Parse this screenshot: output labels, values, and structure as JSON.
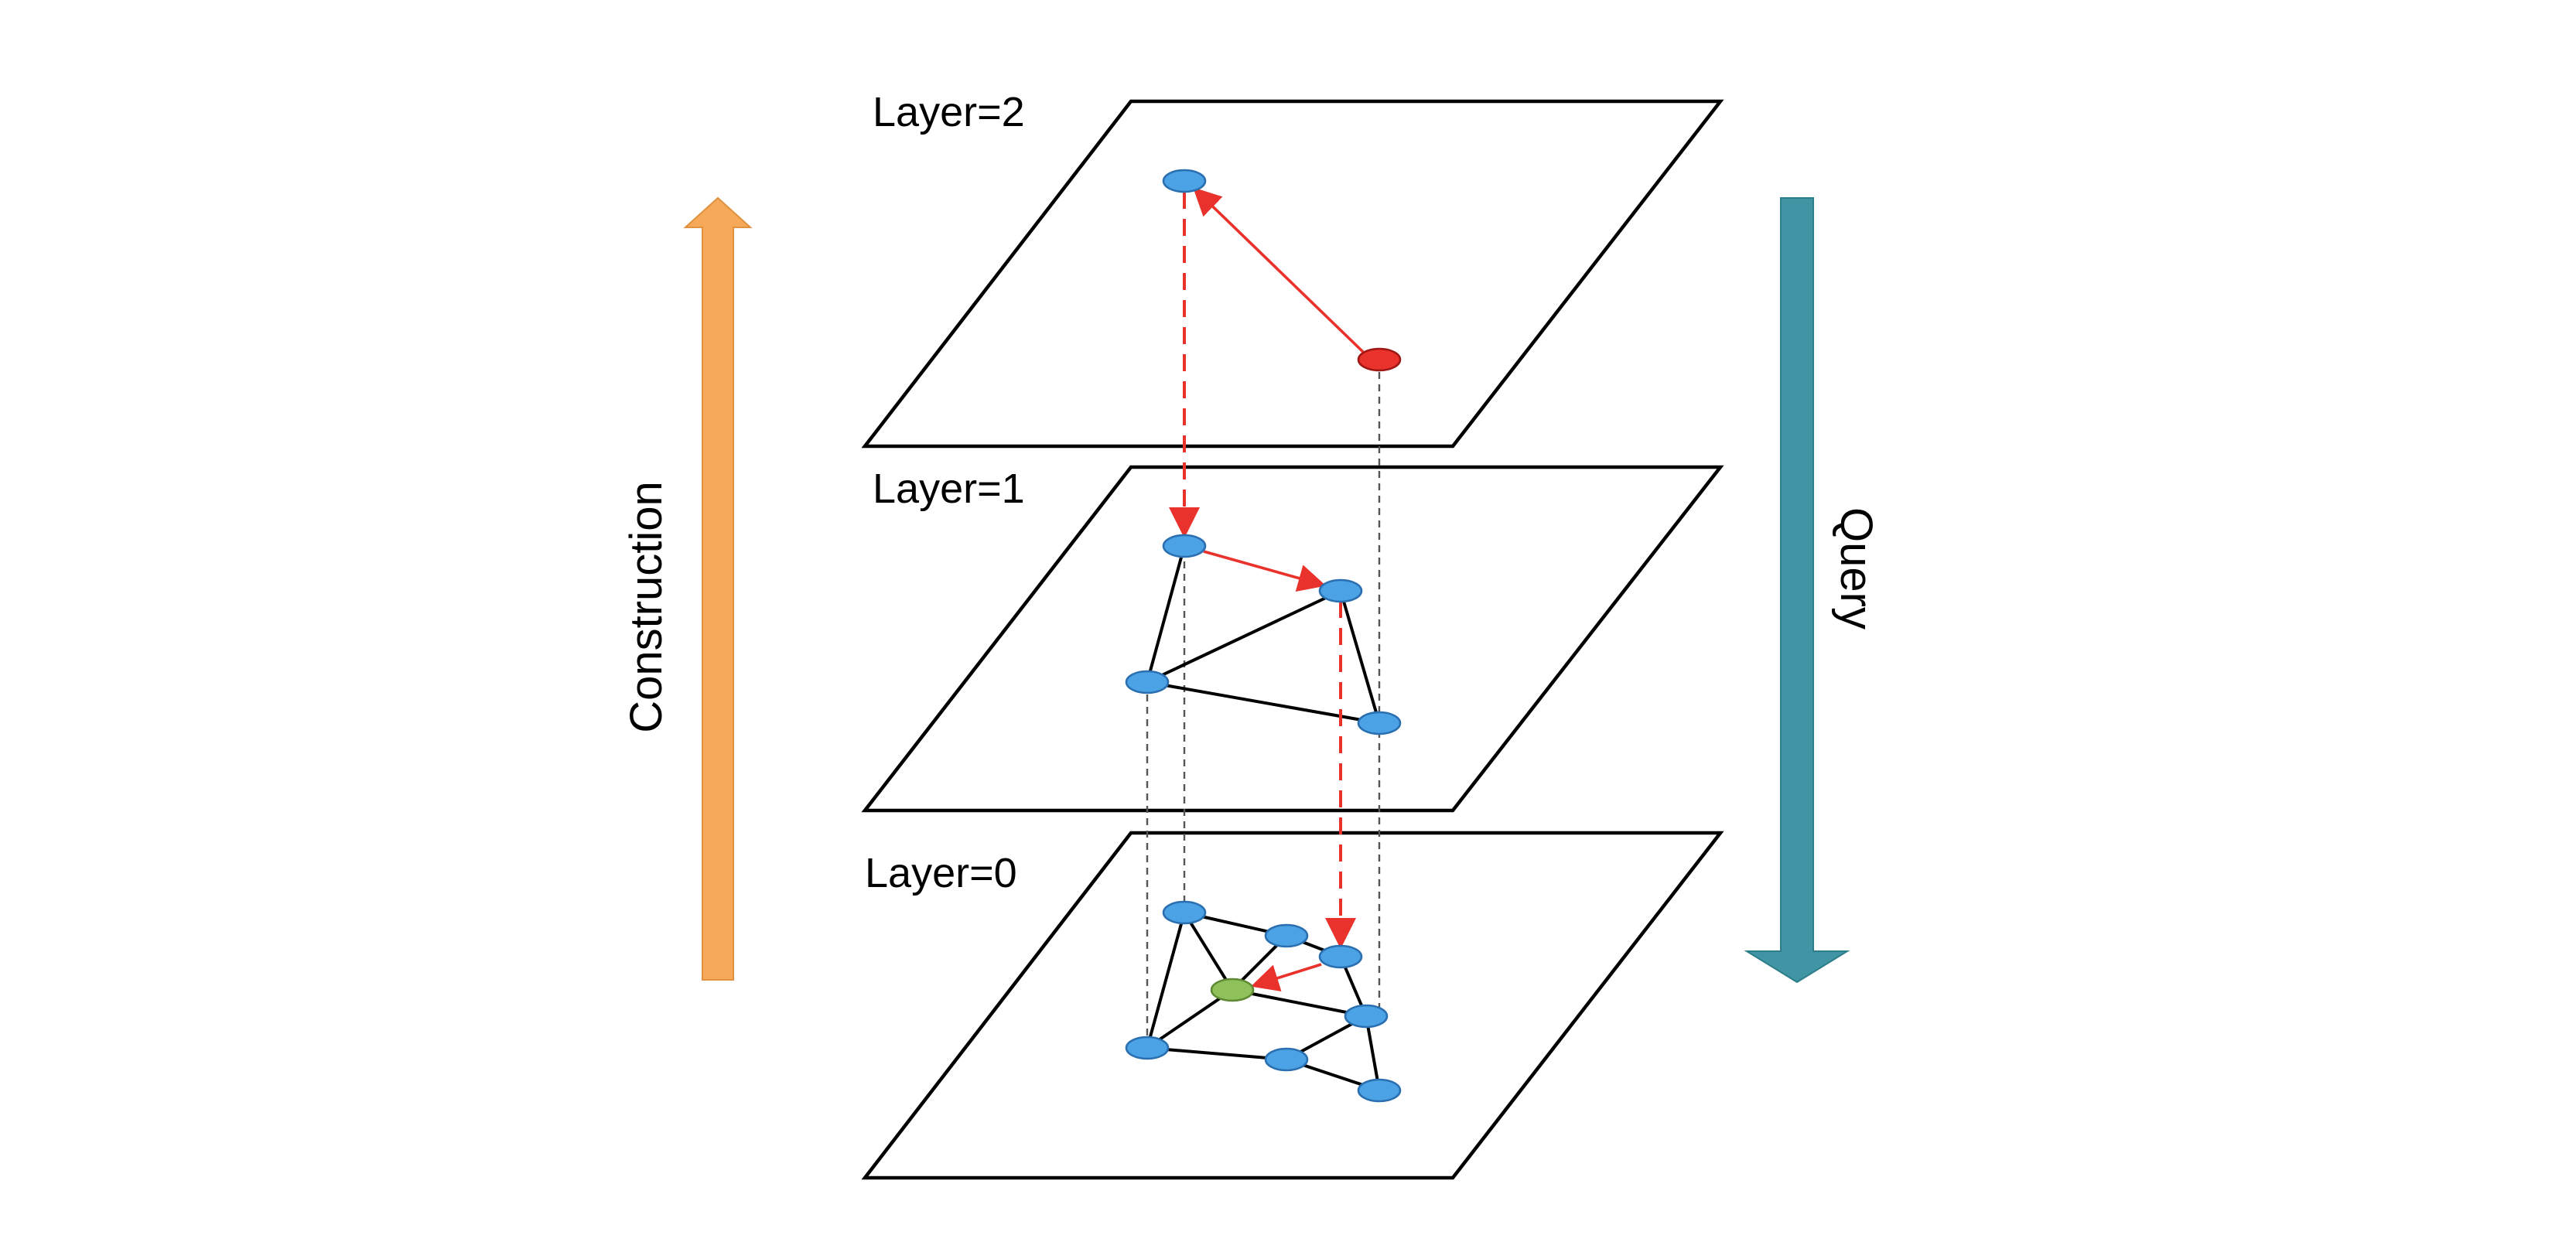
{
  "layers": {
    "top": "Layer=2",
    "middle": "Layer=1",
    "bottom": "Layer=0"
  },
  "arrows": {
    "construction": {
      "label": "Construction",
      "color": "#f5a959"
    },
    "query": {
      "label": "Query",
      "color": "#3f95a3"
    }
  },
  "colors": {
    "node": "#4ba3e6",
    "entry_node": "#e8322b",
    "target_node": "#8fc15a",
    "search_path": "#e8322b"
  }
}
